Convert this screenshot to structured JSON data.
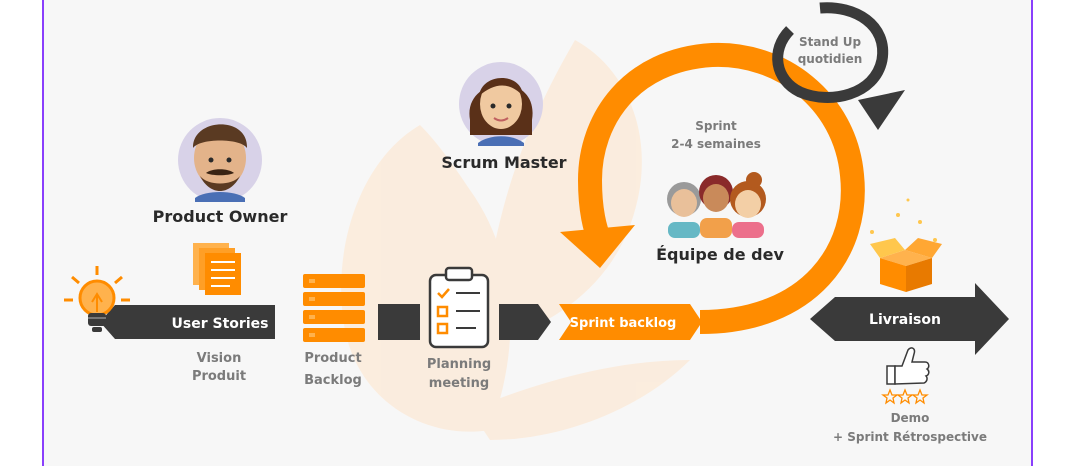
{
  "colors": {
    "orange": "#ff8c00",
    "orange_light": "#ffb24d",
    "dark": "#3a3a3a",
    "gray_text": "#7b7b7b",
    "label_text": "#2a2a2a",
    "frame": "#8a3ffc",
    "watermark": "#fce9d6"
  },
  "roles": {
    "product_owner": "Product Owner",
    "scrum_master": "Scrum Master",
    "team": "Équipe de dev"
  },
  "flow": {
    "user_stories": "User Stories",
    "sprint_backlog": "Sprint backlog",
    "delivery": "Livraison"
  },
  "captions": {
    "vision_line1": "Vision",
    "vision_line2": "Produit",
    "backlog_line1": "Product",
    "backlog_line2": "Backlog",
    "planning_line1": "Planning",
    "planning_line2": "meeting",
    "demo_line1": "Demo",
    "demo_line2": "+ Sprint Rétrospective"
  },
  "sprint": {
    "line1": "Sprint",
    "line2": "2-4 semaines"
  },
  "standup": {
    "line1": "Stand Up",
    "line2": "quotidien"
  },
  "icons": {
    "bulb": "lightbulb-icon",
    "stories": "documents-icon",
    "backlog": "stacked-backlog-icon",
    "planning": "clipboard-checklist-icon",
    "delivery": "gift-box-icon",
    "feedback": "thumbs-up-icon",
    "rating": "three-stars-icon"
  }
}
